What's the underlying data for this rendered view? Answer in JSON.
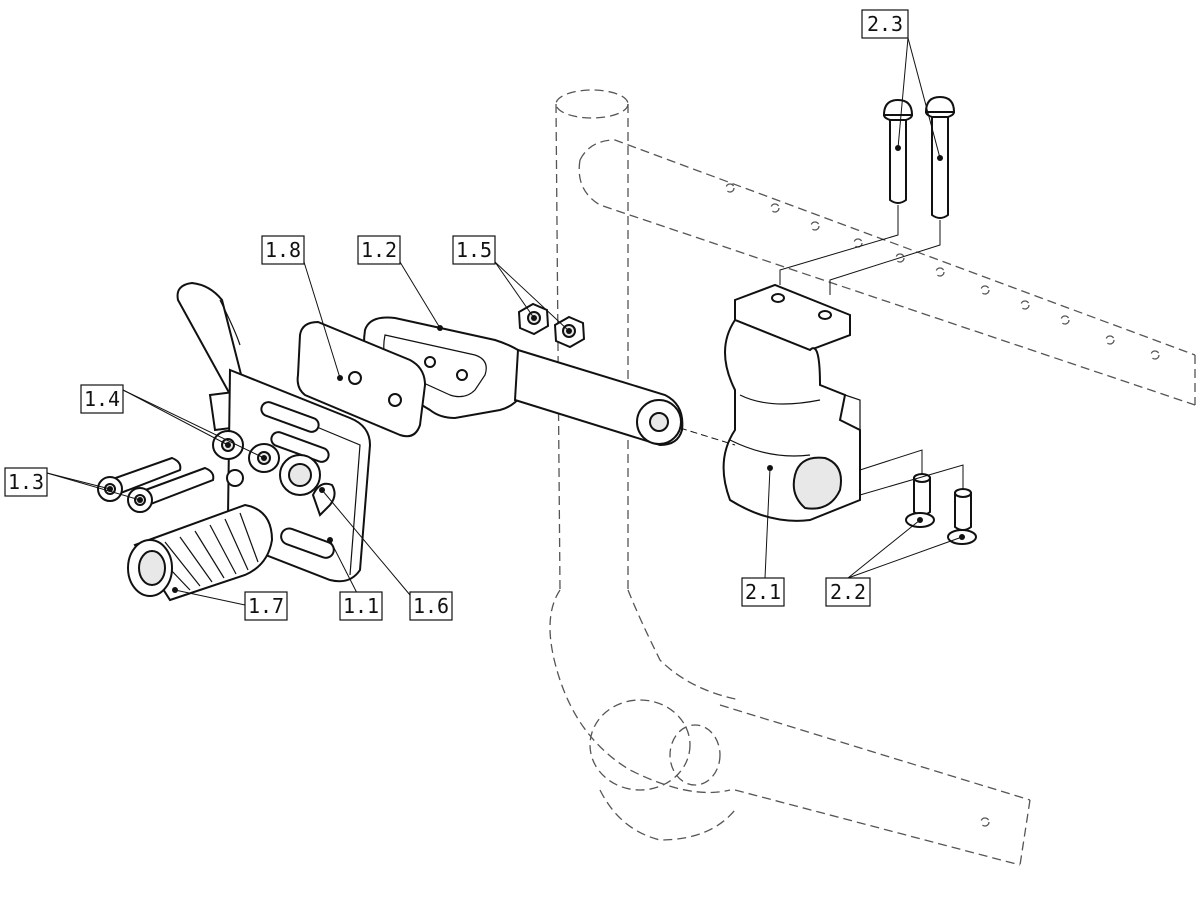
{
  "callouts": {
    "c2_3": "2.3",
    "c1_8": "1.8",
    "c1_2": "1.2",
    "c1_5": "1.5",
    "c1_4": "1.4",
    "c1_3": "1.3",
    "c1_7": "1.7",
    "c1_1": "1.1",
    "c1_6": "1.6",
    "c2_1": "2.1",
    "c2_2": "2.2"
  },
  "colors": {
    "line": "#111111",
    "hidden_frame": "#555555",
    "background": "#ffffff"
  }
}
